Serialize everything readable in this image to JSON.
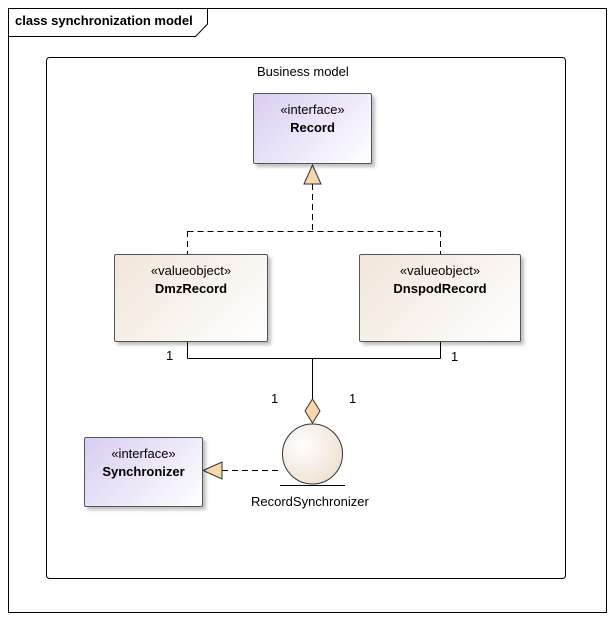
{
  "frame": {
    "title": "class synchronization model"
  },
  "package": {
    "label": "Business model"
  },
  "classes": {
    "record": {
      "stereotype": "«interface»",
      "name": "Record"
    },
    "dmz_record": {
      "stereotype": "«valueobject»",
      "name": "DmzRecord"
    },
    "dnspod_record": {
      "stereotype": "«valueobject»",
      "name": "DnspodRecord"
    },
    "synchronizer": {
      "stereotype": "«interface»",
      "name": "Synchronizer"
    },
    "record_synchronizer": {
      "name": "RecordSynchronizer"
    }
  },
  "multiplicities": {
    "dmz_end": "1",
    "dnspod_end": "1",
    "sync_end_left": "1",
    "sync_end_right": "1"
  },
  "colors": {
    "interface_fill": "#d9cdf2",
    "valueobject_fill": "#f1e6da",
    "arrowhead_fill": "#f7d8ad",
    "line": "#333333"
  }
}
